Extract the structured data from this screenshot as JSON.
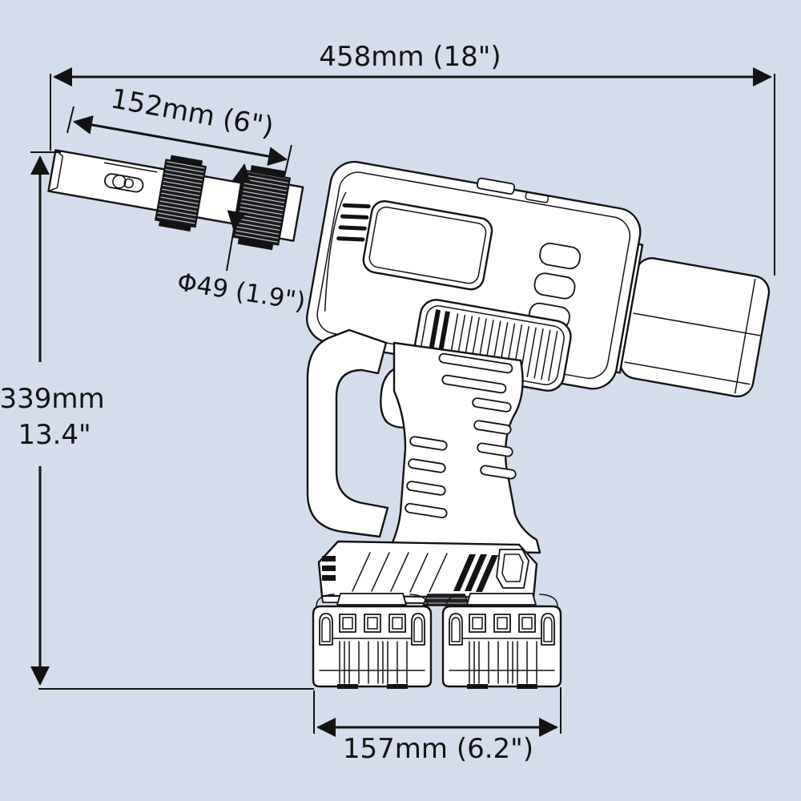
{
  "page": {
    "background": "#d5dcec",
    "ink": "#131313",
    "description": "technical line drawing of a cordless rivet gun with dimension annotations"
  },
  "diagram": {
    "dimensions": {
      "overall_length": "458mm (18\")",
      "nozzle_length": "152mm (6\")",
      "collar_diameter": "Φ49 (1.9\")",
      "height_mm": "339mm",
      "height_in": "13.4\"",
      "base_width": "157mm (6.2\")"
    }
  }
}
